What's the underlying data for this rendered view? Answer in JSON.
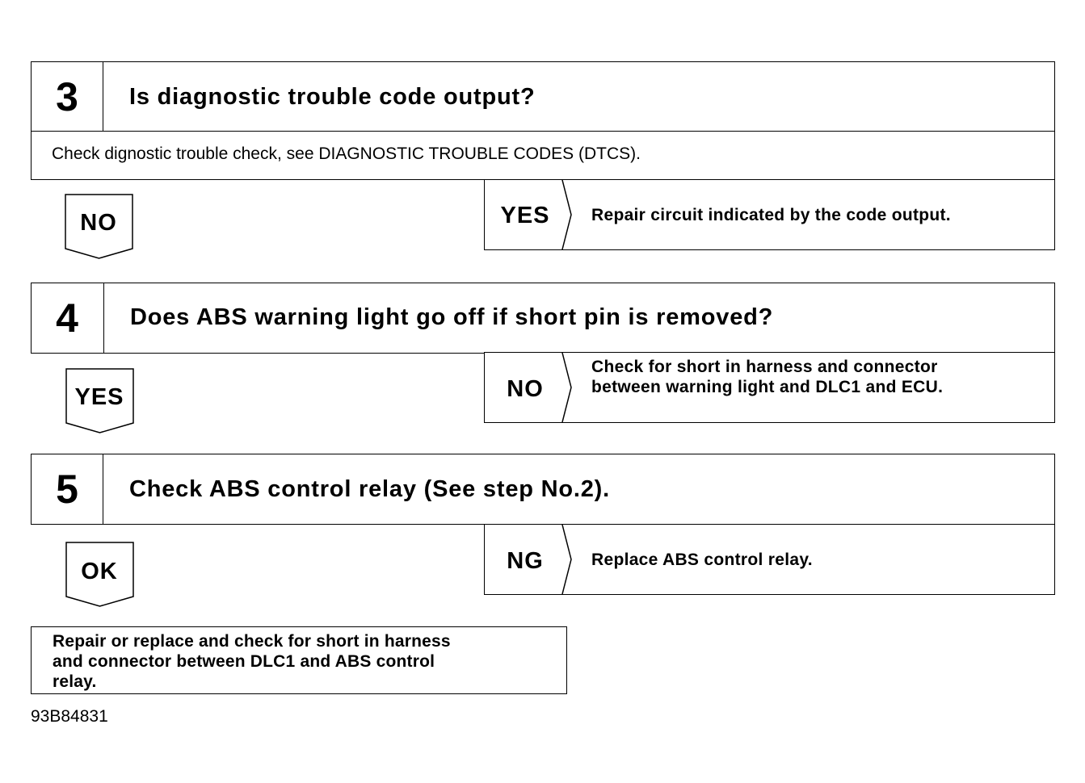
{
  "steps": [
    {
      "number": "3",
      "title": "Is diagnostic trouble code output?",
      "note": "Check dignostic trouble check, see DIAGNOSTIC TROUBLE CODES (DTCS).",
      "continue_label": "NO",
      "branch_label": "YES",
      "branch_text": [
        "Repair circuit indicated by the code output."
      ]
    },
    {
      "number": "4",
      "title": "Does ABS warning light go off if short pin is removed?",
      "continue_label": "YES",
      "branch_label": "NO",
      "branch_text": [
        "Check for short in harness and connector",
        "between warning light and DLC1 and ECU."
      ]
    },
    {
      "number": "5",
      "title": "Check ABS control relay (See step No.2).",
      "continue_label": "OK",
      "branch_label": "NG",
      "branch_text": [
        "Replace ABS control relay."
      ]
    }
  ],
  "final_box": {
    "lines": [
      "Repair or replace and check for short in harness",
      "and connector between DLC1 and ABS control",
      "relay."
    ]
  },
  "figure_id": "93B84831"
}
